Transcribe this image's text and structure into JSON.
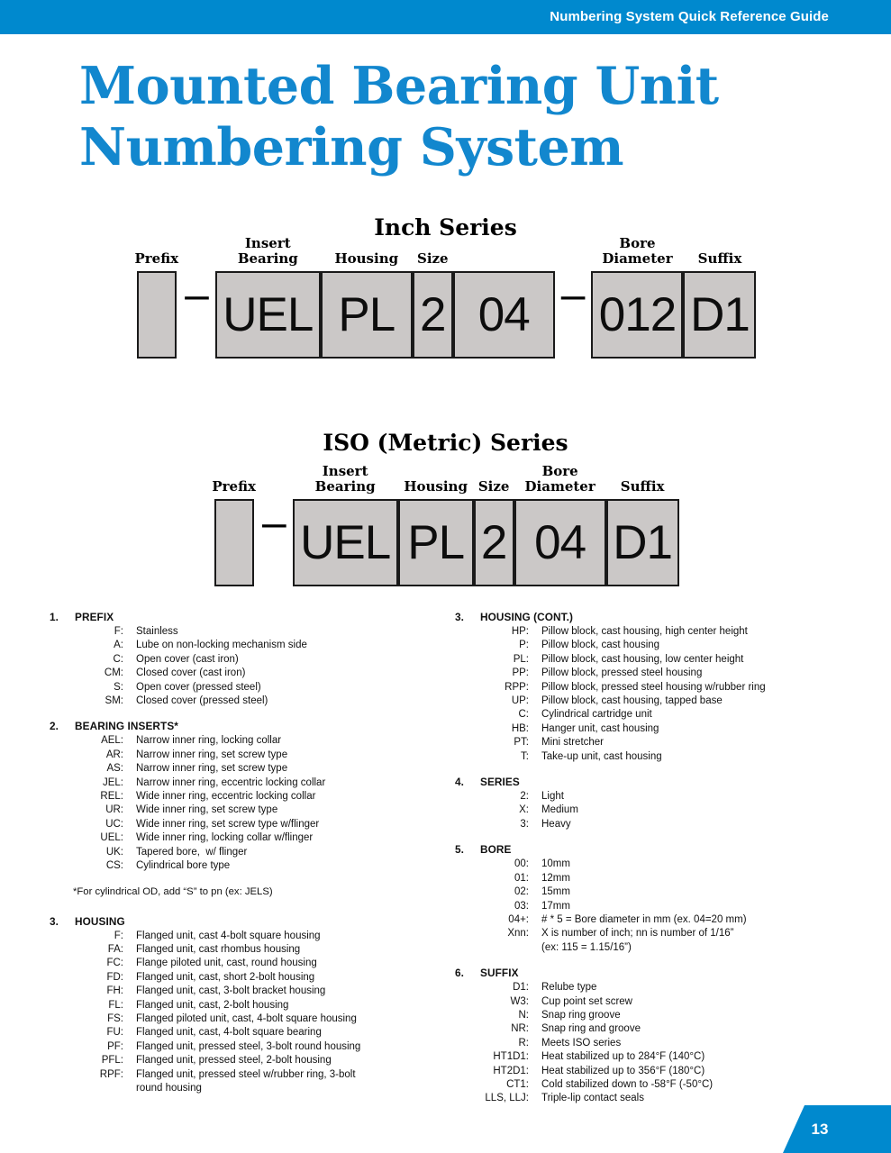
{
  "header": {
    "bar_title": "Numbering System Quick Reference Guide",
    "accent_color": "#0089ce"
  },
  "title": {
    "line1": "Mounted Bearing Unit",
    "line2": "Numbering System",
    "color": "#1287ce"
  },
  "diagrams": [
    {
      "id": "inch",
      "heading": "Inch Series",
      "slots": [
        {
          "label": "Prefix",
          "value": "",
          "width": 44,
          "dash_after": true
        },
        {
          "label": "Insert\nBearing",
          "value": "UEL",
          "width": 117,
          "dash_after": false
        },
        {
          "label": "Housing",
          "value": "PL",
          "width": 102,
          "dash_after": false
        },
        {
          "label": "Size",
          "value": "2",
          "width": 45,
          "dash_after": false
        },
        {
          "label": "",
          "value": "04",
          "width": 113,
          "dash_after": true
        },
        {
          "label": "Bore\nDiameter",
          "value": "012",
          "width": 102,
          "dash_after": false
        },
        {
          "label": "Suffix",
          "value": "D1",
          "width": 81,
          "dash_after": false
        }
      ]
    },
    {
      "id": "iso",
      "heading": "ISO (Metric) Series",
      "slots": [
        {
          "label": "Prefix",
          "value": "",
          "width": 44,
          "dash_after": true
        },
        {
          "label": "Insert\nBearing",
          "value": "UEL",
          "width": 117,
          "dash_after": false
        },
        {
          "label": "Housing",
          "value": "PL",
          "width": 84,
          "dash_after": false
        },
        {
          "label": "Size",
          "value": "2",
          "width": 45,
          "dash_after": false
        },
        {
          "label": "Bore\nDiameter",
          "value": "04",
          "width": 102,
          "dash_after": false
        },
        {
          "label": "Suffix",
          "value": "D1",
          "width": 81,
          "dash_after": false
        }
      ],
      "dash_glyph": "–"
    }
  ],
  "dash_glyph": "–",
  "legend_left": {
    "sections": [
      {
        "number": "1.",
        "title": "PREFIX",
        "entries": [
          {
            "code": "F:",
            "desc": "Stainless"
          },
          {
            "code": "A:",
            "desc": "Lube on non-locking mechanism side"
          },
          {
            "code": "C:",
            "desc": "Open cover (cast iron)"
          },
          {
            "code": "CM:",
            "desc": "Closed cover (cast iron)"
          },
          {
            "code": "S:",
            "desc": "Open cover (pressed steel)"
          },
          {
            "code": "SM:",
            "desc": "Closed cover (pressed steel)"
          }
        ]
      },
      {
        "number": "2.",
        "title": "BEARING INSERTS*",
        "entries": [
          {
            "code": "AEL:",
            "desc": "Narrow inner ring, locking collar"
          },
          {
            "code": "AR:",
            "desc": "Narrow inner ring, set screw type"
          },
          {
            "code": "AS:",
            "desc": "Narrow inner ring, set screw type"
          },
          {
            "code": "JEL:",
            "desc": "Narrow inner ring, eccentric locking collar"
          },
          {
            "code": "REL:",
            "desc": "Wide inner ring, eccentric locking collar"
          },
          {
            "code": "UR:",
            "desc": "Wide inner ring, set screw type"
          },
          {
            "code": "UC:",
            "desc": "Wide inner ring, set screw type w/flinger"
          },
          {
            "code": "UEL:",
            "desc": "Wide inner ring, locking collar w/flinger"
          },
          {
            "code": "UK:",
            "desc": "Tapered bore,  w/ flinger"
          },
          {
            "code": "CS:",
            "desc": "Cylindrical bore type"
          }
        ]
      }
    ],
    "footnote": "*For cylindrical OD, add “S” to pn (ex: JELS)",
    "housing_section": {
      "number": "3.",
      "title": "HOUSING",
      "entries": [
        {
          "code": "F:",
          "desc": "Flanged unit, cast 4-bolt square housing"
        },
        {
          "code": "FA:",
          "desc": "Flanged unit, cast rhombus housing"
        },
        {
          "code": "FC:",
          "desc": "Flange piloted unit, cast, round housing"
        },
        {
          "code": "FD:",
          "desc": "Flanged unit, cast, short 2-bolt housing"
        },
        {
          "code": "FH:",
          "desc": "Flanged unit, cast, 3-bolt bracket housing"
        },
        {
          "code": "FL:",
          "desc": "Flanged unit, cast, 2-bolt housing"
        },
        {
          "code": "FS:",
          "desc": "Flanged piloted unit, cast, 4-bolt square housing"
        },
        {
          "code": "FU:",
          "desc": "Flanged unit, cast, 4-bolt square bearing"
        },
        {
          "code": "PF:",
          "desc": "Flanged unit, pressed steel, 3-bolt round housing"
        },
        {
          "code": "PFL:",
          "desc": "Flanged unit, pressed steel, 2-bolt housing"
        },
        {
          "code": "RPF:",
          "desc": "Flanged unit, pressed steel w/rubber ring, 3-bolt\nround housing"
        }
      ]
    }
  },
  "legend_right": {
    "sections": [
      {
        "number": "3.",
        "title": "HOUSING (CONT.)",
        "entries": [
          {
            "code": "HP:",
            "desc": "Pillow block, cast housing, high center height"
          },
          {
            "code": "P:",
            "desc": "Pillow block, cast housing"
          },
          {
            "code": "PL:",
            "desc": "Pillow block, cast housing, low center height"
          },
          {
            "code": "PP:",
            "desc": "Pillow block, pressed steel housing"
          },
          {
            "code": "RPP:",
            "desc": "Pillow block, pressed steel housing w/rubber ring"
          },
          {
            "code": "UP:",
            "desc": "Pillow block, cast housing, tapped base"
          },
          {
            "code": "C:",
            "desc": "Cylindrical cartridge unit"
          },
          {
            "code": "HB:",
            "desc": "Hanger unit, cast housing"
          },
          {
            "code": "PT:",
            "desc": "Mini stretcher"
          },
          {
            "code": "T:",
            "desc": "Take-up unit, cast housing"
          }
        ]
      },
      {
        "number": "4.",
        "title": "SERIES",
        "entries": [
          {
            "code": "2:",
            "desc": "Light"
          },
          {
            "code": "X:",
            "desc": "Medium"
          },
          {
            "code": "3:",
            "desc": "Heavy"
          }
        ]
      },
      {
        "number": "5.",
        "title": "BORE",
        "entries": [
          {
            "code": "00:",
            "desc": "10mm"
          },
          {
            "code": "01:",
            "desc": "12mm"
          },
          {
            "code": "02:",
            "desc": "15mm"
          },
          {
            "code": "03:",
            "desc": "17mm"
          },
          {
            "code": "04+:",
            "desc": "# * 5 = Bore diameter in mm (ex. 04=20 mm)"
          },
          {
            "code": "Xnn:",
            "desc": "X is number of inch; nn is number of 1/16”\n(ex: 115 = 1.15/16”)"
          }
        ]
      },
      {
        "number": "6.",
        "title": "SUFFIX",
        "entries": [
          {
            "code": "D1:",
            "desc": "Relube type"
          },
          {
            "code": "W3:",
            "desc": "Cup point set screw"
          },
          {
            "code": "N:",
            "desc": "Snap ring groove"
          },
          {
            "code": "NR:",
            "desc": "Snap ring and groove"
          },
          {
            "code": "R:",
            "desc": "Meets ISO series"
          },
          {
            "code": "HT1D1:",
            "desc": "Heat stabilized up to 284°F (140°C)"
          },
          {
            "code": "HT2D1:",
            "desc": "Heat stabilized up to 356°F (180°C)"
          },
          {
            "code": "CT1:",
            "desc": "Cold stabilized down to -58°F (-50°C)"
          },
          {
            "code": "LLS, LLJ:",
            "desc": "Triple-lip contact seals"
          }
        ]
      }
    ]
  },
  "footer": {
    "page_number": "13",
    "color": "#0089ce"
  }
}
